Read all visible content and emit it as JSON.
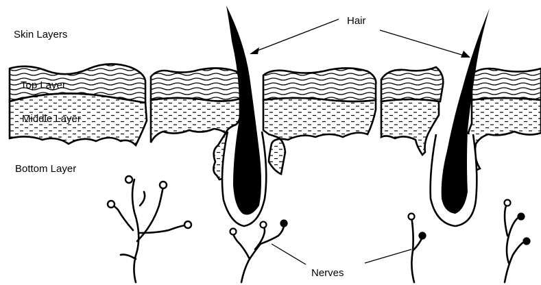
{
  "labels": {
    "title": "Skin Layers",
    "top_layer": "Top Layer",
    "middle_layer": "Middle Layer",
    "bottom_layer": "Bottom Layer",
    "hair": "Hair",
    "nerves": "Nerves"
  },
  "colors": {
    "ink": "#000000",
    "background": "#ffffff"
  }
}
